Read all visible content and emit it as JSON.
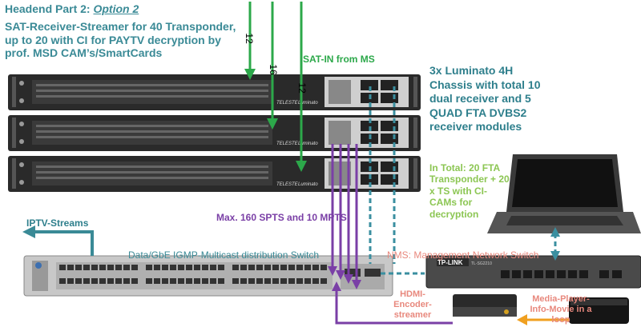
{
  "title": {
    "headend": "Headend Part 2: ",
    "option": "Option 2",
    "subtitle": "SAT-Receiver-Streamer for 40 Transponder, up to 20 with CI for PAYTV decryption by prof. MSD CAM’s/SmartCards"
  },
  "labels": {
    "sat_in": "SAT-IN from MS",
    "luminato": "3x Luminato 4H Chassis with total 10 dual receiver and 5 QUAD FTA DVBS2 receiver modules",
    "in_total": "In Total: 20 FTA Transponder + 20 x TS with CI-CAMs for decryption",
    "spts": "Max. 160 SPTS and 10 MPTS",
    "iptv": "IPTV-Streams",
    "data_switch": "Data/GbE IGMP-Multicast distribution Switch",
    "nms": "NMS: Management Network Switch",
    "hdmi": "HDMI-Encoder-streamer",
    "media_player": "Media-Player-Info-Movie in a loop",
    "cable_a": "12",
    "cable_b": "16",
    "cable_c": "12",
    "chassis_brand": "TELESTE",
    "chassis_model": "Luminato",
    "nms_brand": "TP-LINK",
    "nms_model": "TL-SG2210"
  },
  "colors": {
    "green": "#2ca84a",
    "purple": "#7a3fa6",
    "teal": "#2e7f8c",
    "dashed": "#3a8fa0",
    "orange": "#f0a020"
  }
}
